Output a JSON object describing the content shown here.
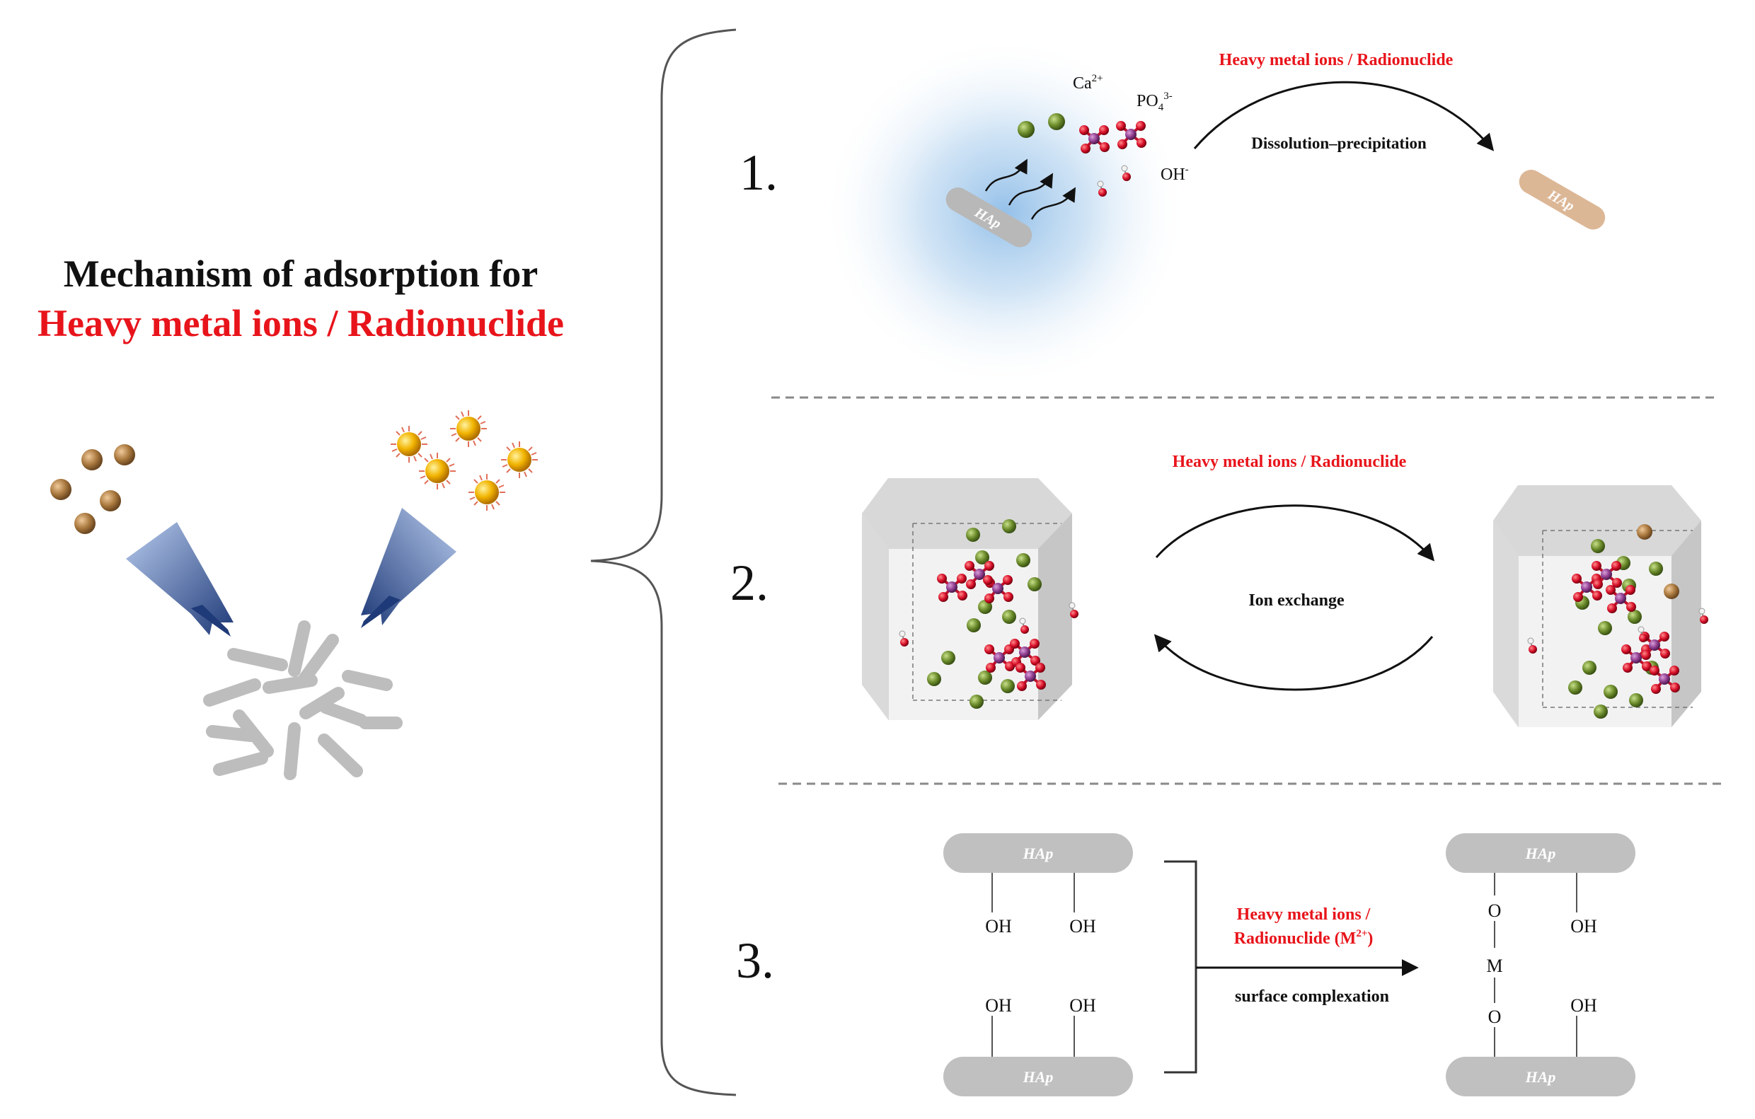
{
  "title": {
    "line1": "Mechanism of adsorption for",
    "line2": "Heavy metal ions / Radionuclide"
  },
  "colors": {
    "accent_red": "#e8141b",
    "calcium_green": "#6a8a2a",
    "metal_brown": "#a8773d",
    "gold": "#f2b400",
    "hap_gray": "#bdbdbd",
    "phosphate_purple": "#8e3c8e",
    "oxygen_red": "#d8102a",
    "arrow_blue": "#3b5a99"
  },
  "mechanisms": [
    {
      "number": "1.",
      "top_label": "Heavy metal ions / Radionuclide",
      "process_label": "Dissolution–precipitation",
      "ions": {
        "ca": "Ca",
        "ca_sup": "2+",
        "po": "PO",
        "po_sub": "4",
        "po_sup": "3-",
        "oh": "OH",
        "oh_sup": "-"
      },
      "hap_label": "HAp"
    },
    {
      "number": "2.",
      "top_label": "Heavy metal ions / Radionuclide",
      "process_label": "Ion exchange"
    },
    {
      "number": "3.",
      "reagent_line1": "Heavy metal ions /",
      "reagent_line2": "Radionuclide (M",
      "reagent_sup": "2+",
      "reagent_close": ")",
      "process_label": "surface complexation",
      "hap_label": "HAp",
      "oh": "OH",
      "o": "O",
      "m": "M"
    }
  ]
}
